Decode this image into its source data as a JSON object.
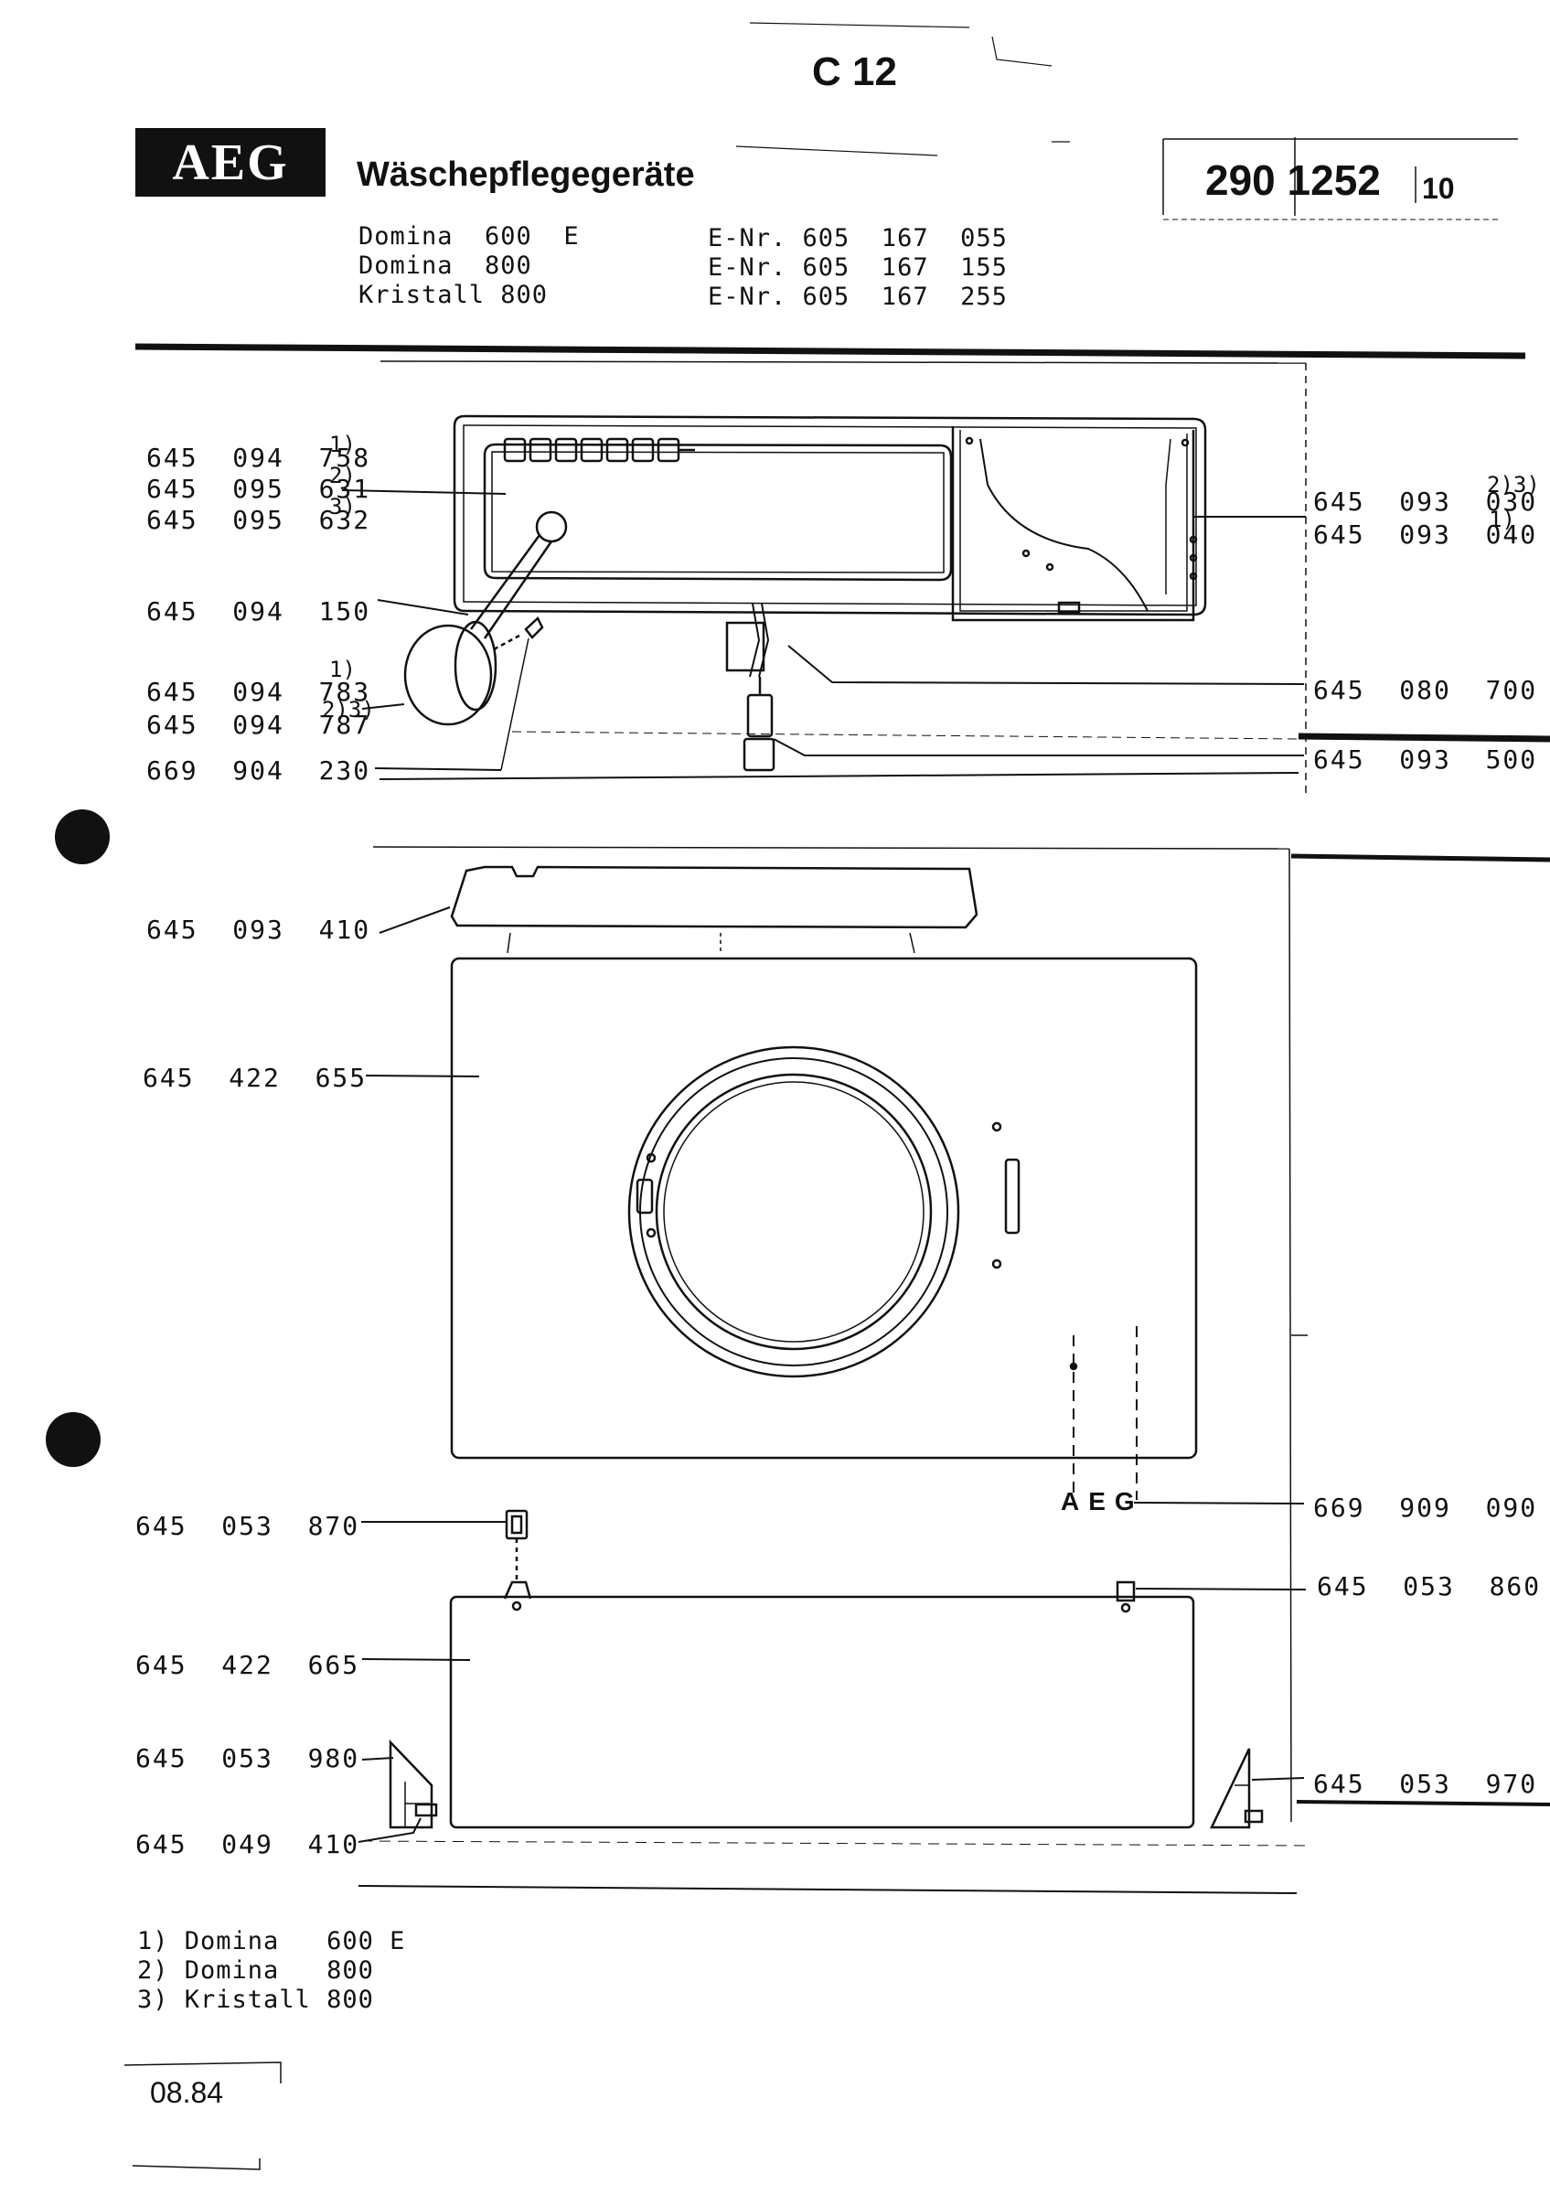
{
  "header": {
    "sheet_code": "C 12",
    "brand": "AEG",
    "title": "Wäschepflegegeräte",
    "doc_number": "290 1252",
    "doc_suffix": "10",
    "models": [
      {
        "name": "Domina  600  E",
        "enr": "E-Nr. 605  167  055"
      },
      {
        "name": "Domina  800",
        "enr": "E-Nr. 605  167  155"
      },
      {
        "name": "Kristall 800",
        "enr": "E-Nr. 605  167  255"
      }
    ]
  },
  "parts": {
    "control_panel_1": "645  094  758",
    "control_panel_1_ref": "1)",
    "control_panel_2": "645  095  631",
    "control_panel_2_ref": "2)",
    "control_panel_3": "645  095  632",
    "control_panel_3_ref": "3)",
    "dispenser_1": "645  093  030",
    "dispenser_1_ref": "2)3)",
    "dispenser_2": "645  093  040",
    "dispenser_2_ref": "1)",
    "rod": "645  094  150",
    "knob_1": "645  094  783",
    "knob_1_ref": "1)",
    "knob_2": "645  094  787",
    "knob_2_ref": "2)3)",
    "clip": "669  904  230",
    "lamp_holder": "645  080  700",
    "lamp": "645  093  500",
    "top_strip": "645  093  410",
    "front_panel": "645  422  655",
    "emblem": "669  909  090",
    "latch": "645  053  870",
    "hinge_pin": "645  053  860",
    "plinth": "645  422  665",
    "bracket_left": "645  053  980",
    "bracket_right": "645  053  970",
    "screw": "645  049  410"
  },
  "emblem_text": "AEG",
  "footnotes": [
    "1) Domina   600 E",
    "2) Domina   800",
    "3) Kristall 800"
  ],
  "footer": {
    "date": "08.84"
  }
}
